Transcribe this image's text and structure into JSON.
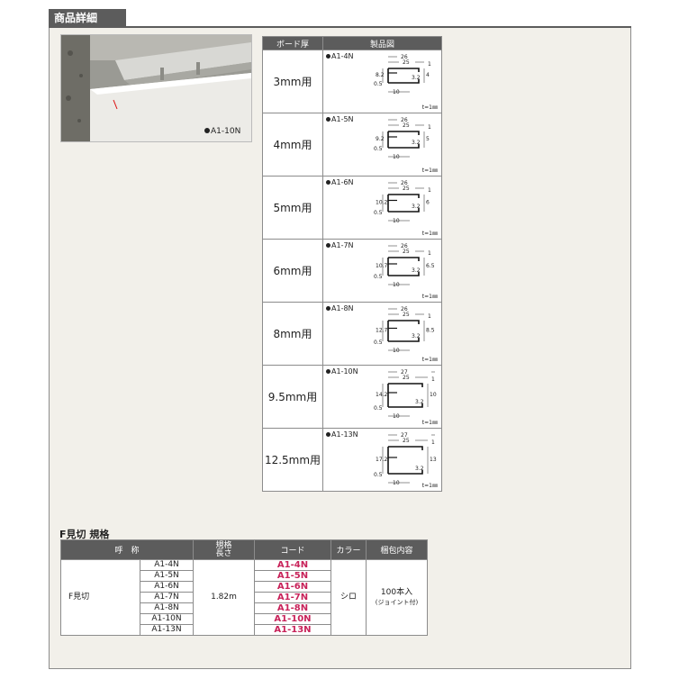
{
  "section_title": "商品詳細",
  "photo": {
    "caption": "A1-10N"
  },
  "product_table": {
    "headers": [
      "ボード厚",
      "製品図"
    ],
    "thickness_note": "t=1㎜",
    "rows": [
      {
        "size": "3mm用",
        "model": "A1-4N",
        "top_outer": "26",
        "top_inner": "25",
        "left_h": "8.2",
        "right_dim": "3.2",
        "right_small": "4",
        "one": "1",
        "half": "0.5",
        "bottom": "10"
      },
      {
        "size": "4mm用",
        "model": "A1-5N",
        "top_outer": "26",
        "top_inner": "25",
        "left_h": "9.2",
        "right_dim": "3.2",
        "right_small": "5",
        "one": "1",
        "half": "0.5",
        "bottom": "10"
      },
      {
        "size": "5mm用",
        "model": "A1-6N",
        "top_outer": "26",
        "top_inner": "25",
        "left_h": "10.2",
        "right_dim": "3.2",
        "right_small": "6",
        "one": "1",
        "half": "0.5",
        "bottom": "10"
      },
      {
        "size": "6mm用",
        "model": "A1-7N",
        "top_outer": "26",
        "top_inner": "25",
        "left_h": "10.7",
        "right_dim": "3.2",
        "right_small": "6.5",
        "one": "1",
        "half": "0.5",
        "bottom": "10"
      },
      {
        "size": "8mm用",
        "model": "A1-8N",
        "top_outer": "26",
        "top_inner": "25",
        "left_h": "12.7",
        "right_dim": "3.2",
        "right_small": "8.5",
        "one": "1",
        "half": "0.5",
        "bottom": "10"
      },
      {
        "size": "9.5mm用",
        "model": "A1-10N",
        "top_outer": "27",
        "top_inner": "25",
        "left_h": "14.2",
        "right_dim": "3.2",
        "right_small": "10",
        "one": "1",
        "half": "0.5",
        "bottom": "10"
      },
      {
        "size": "12.5mm用",
        "model": "A1-13N",
        "top_outer": "27",
        "top_inner": "25",
        "left_h": "17.2",
        "right_dim": "3.2",
        "right_small": "13",
        "one": "1",
        "half": "0.5",
        "bottom": "10"
      }
    ]
  },
  "spec": {
    "title": "F見切 規格",
    "headers": {
      "name": "呼　称",
      "spec_top": "規格",
      "spec_bottom": "長さ",
      "code": "コード",
      "color": "カラー",
      "package": "梱包内容"
    },
    "category": "F見切",
    "length": "1.82m",
    "color": "シロ",
    "package_main": "100本入",
    "package_sub": "(ジョイント付)",
    "rows": [
      {
        "name": "A1-4N",
        "code": "A1-4N"
      },
      {
        "name": "A1-5N",
        "code": "A1-5N"
      },
      {
        "name": "A1-6N",
        "code": "A1-6N"
      },
      {
        "name": "A1-7N",
        "code": "A1-7N"
      },
      {
        "name": "A1-8N",
        "code": "A1-8N"
      },
      {
        "name": "A1-10N",
        "code": "A1-10N"
      },
      {
        "name": "A1-13N",
        "code": "A1-13N"
      }
    ]
  }
}
